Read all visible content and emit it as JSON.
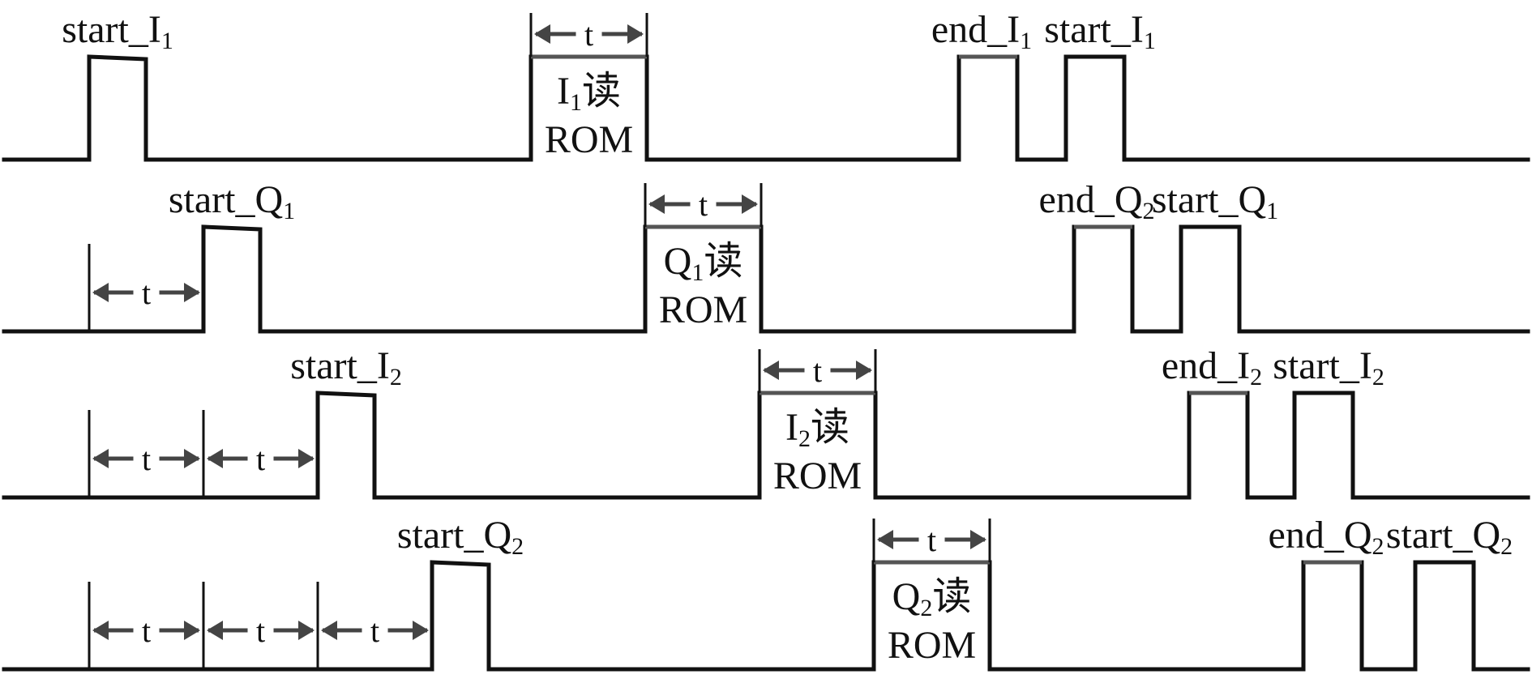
{
  "interval_label": "t",
  "rom_word": "ROM",
  "read_char": "读",
  "signals": [
    {
      "start_label": {
        "base": "start_",
        "sub_base": "I",
        "sub": "1"
      },
      "end_label": {
        "base": "end_",
        "sub_base": "I",
        "sub": "1"
      },
      "restart_label": {
        "base": "start_",
        "sub_base": "I",
        "sub": "1"
      },
      "read_label": {
        "base": "I",
        "sub": "1"
      }
    },
    {
      "start_label": {
        "base": "start_",
        "sub_base": "Q",
        "sub": "1"
      },
      "end_label": {
        "base": "end_",
        "sub_base": "Q",
        "sub": "2"
      },
      "restart_label": {
        "base": "start_",
        "sub_base": "Q",
        "sub": "1"
      },
      "read_label": {
        "base": "Q",
        "sub": "1"
      }
    },
    {
      "start_label": {
        "base": "start_",
        "sub_base": "I",
        "sub": "2"
      },
      "end_label": {
        "base": "end_",
        "sub_base": "I",
        "sub": "2"
      },
      "restart_label": {
        "base": "start_",
        "sub_base": "I",
        "sub": "2"
      },
      "read_label": {
        "base": "I",
        "sub": "2"
      }
    },
    {
      "start_label": {
        "base": "start_",
        "sub_base": "Q",
        "sub": "2"
      },
      "end_label": {
        "base": "end_",
        "sub_base": "Q",
        "sub": "2"
      },
      "restart_label": {
        "base": "start_",
        "sub_base": "Q",
        "sub": "2"
      },
      "read_label": {
        "base": "Q",
        "sub": "2"
      }
    }
  ]
}
